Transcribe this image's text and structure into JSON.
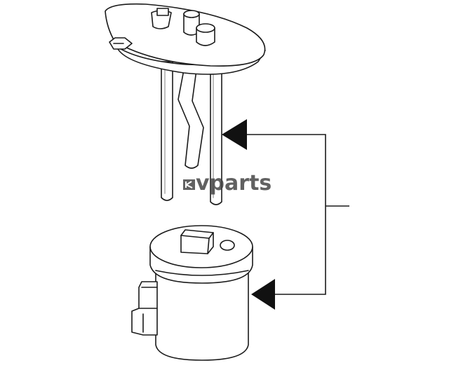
{
  "watermark": {
    "text": "vparts",
    "color": "#3f3f3f"
  },
  "parts": [
    {
      "name": "fuel-pump-module-top-flange"
    },
    {
      "name": "fuel-pump-reservoir-canister"
    }
  ],
  "callout": {
    "arrows": 2,
    "color": "#111111"
  }
}
